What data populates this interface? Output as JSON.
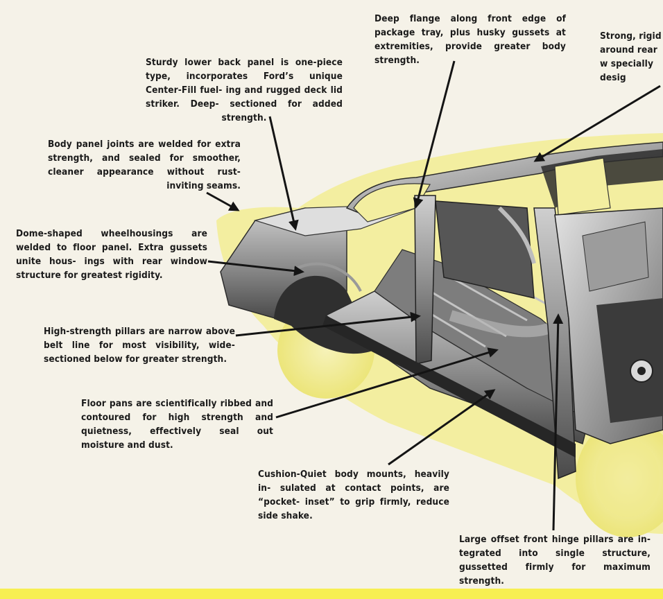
{
  "captions": {
    "package_tray": "Deep flange along front edge of package tray, plus husky gussets at extremities, provide greater body strength.",
    "rear_window": "Strong, rigid around rear w specially desig",
    "lower_back_panel": "Sturdy lower back panel is one-piece type, incorporates Ford’s unique Center-Fill fuel- ing and rugged deck lid striker. Deep- sectioned for added strength.",
    "panel_joints": "Body panel joints are welded for extra strength, and sealed for smoother, cleaner appearance without rust-inviting seams.",
    "wheelhousings": "Dome-shaped wheelhousings are welded to floor panel. Extra gussets unite hous- ings with rear window structure for greatest rigidity.",
    "pillars": "High-strength pillars are narrow above belt line for most visibility, wide-sectioned below for greater strength.",
    "floor_pans": "Floor pans are scientifically ribbed and contoured for high strength and quietness, effectively seal out moisture and dust.",
    "body_mounts": "Cushion-Quiet body mounts, heavily in- sulated at contact points, are “pocket- inset” to grip firmly, reduce side shake.",
    "hinge_pillars": "Large offset front hinge pillars are in- tegrated into single structure, gussetted firmly for maximum strength."
  },
  "colors": {
    "paper": "#f5f2e8",
    "highlight_yellow": "#f7ef52",
    "silhouette_yellow": "#f3eea0",
    "steel_dark": "#3c3c3c",
    "steel_mid": "#8c8c8c",
    "steel_light": "#d2d2d2",
    "ink": "#1a1a1a"
  }
}
